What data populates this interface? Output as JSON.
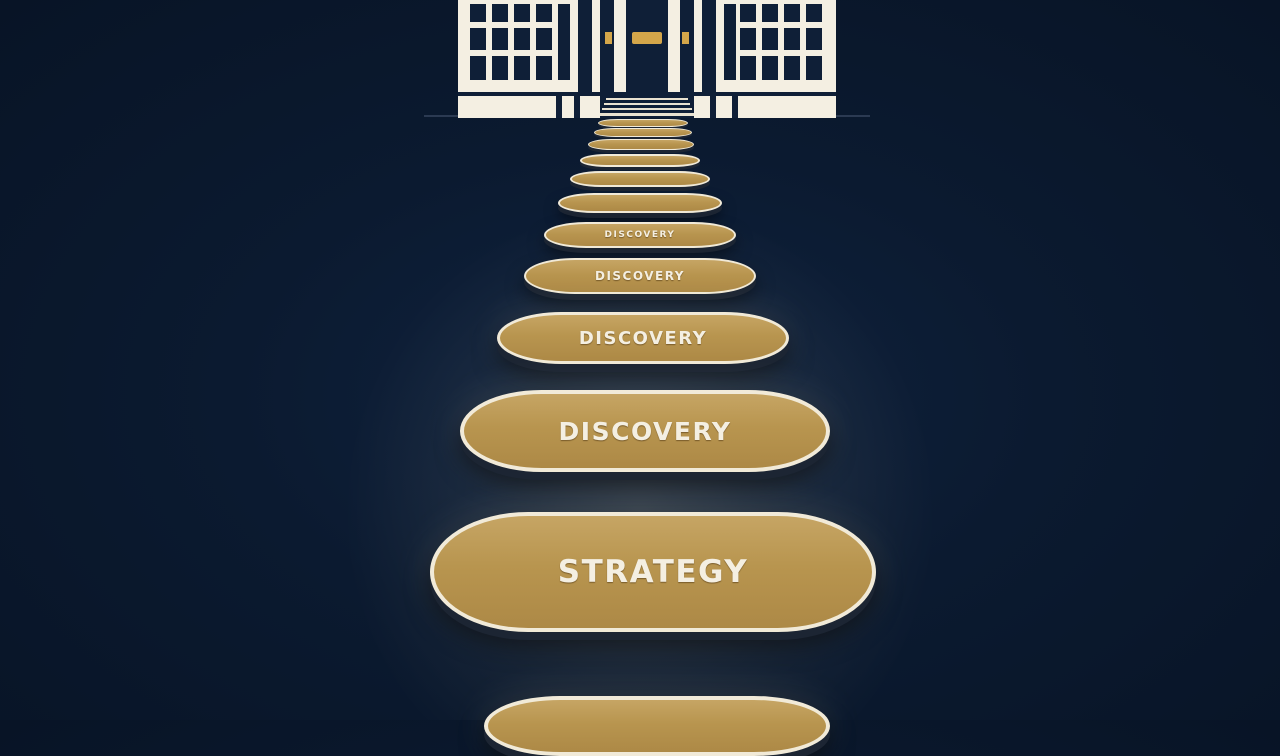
{
  "scene": {
    "subject": "building-with-path",
    "colors": {
      "background": "#0b1a30",
      "step_gold": "#b8954f",
      "step_border": "#f1ead8",
      "building": "#f4efe2",
      "door_accent": "#d4a64a"
    }
  },
  "steps": [
    {
      "label": ""
    },
    {
      "label": ""
    },
    {
      "label": ""
    },
    {
      "label": ""
    },
    {
      "label": ""
    },
    {
      "label": ""
    },
    {
      "label": "DISCOVERY"
    },
    {
      "label": "DISCOVERY"
    },
    {
      "label": "DISCOVERY"
    },
    {
      "label": "DISCOVERY"
    },
    {
      "label": "STRATEGY"
    },
    {
      "label": ""
    }
  ]
}
